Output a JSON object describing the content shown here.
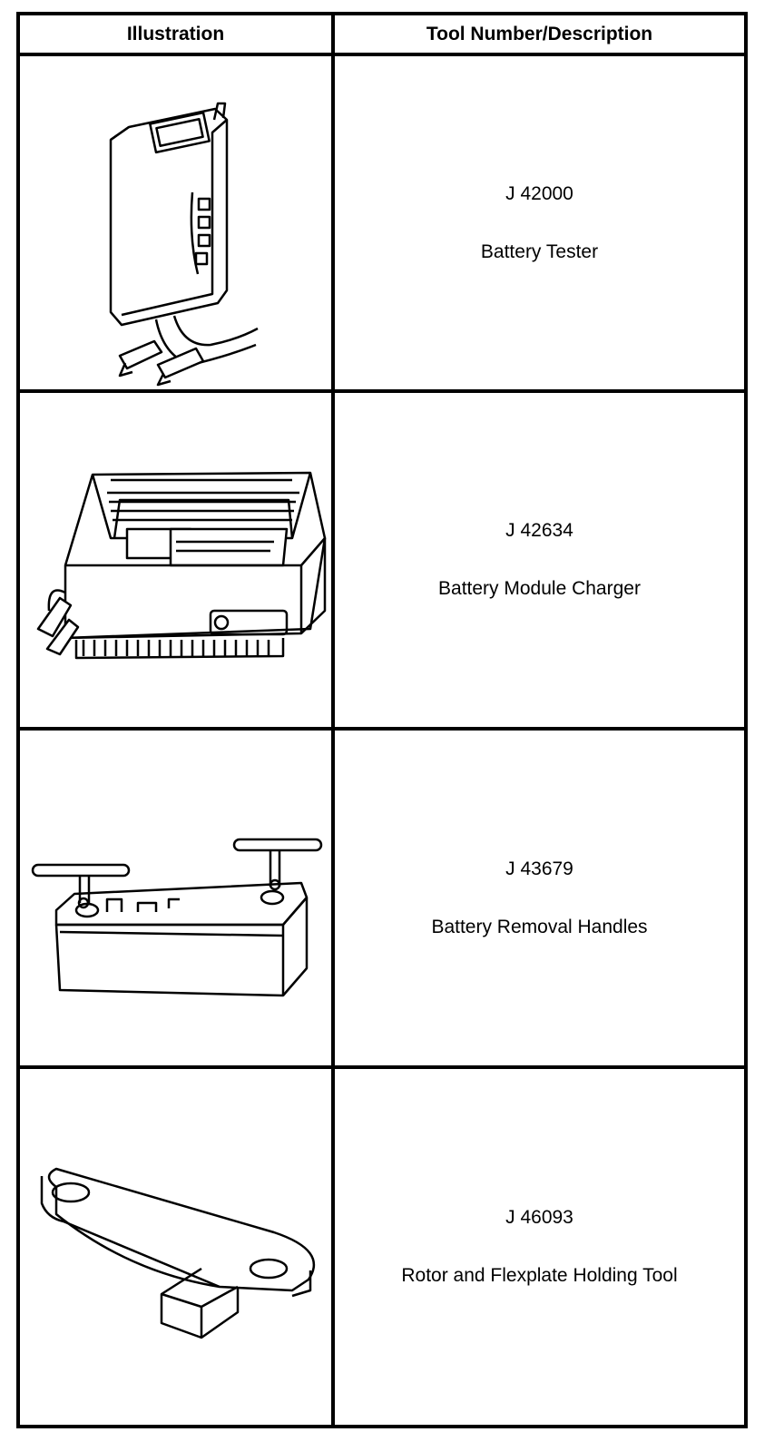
{
  "table": {
    "headers": {
      "illustration": "Illustration",
      "description": "Tool Number/Description"
    },
    "rows": [
      {
        "tool_number": "J 42000",
        "description": "Battery Tester",
        "illustration": "battery-tester-drawing"
      },
      {
        "tool_number": "J 42634",
        "description": "Battery Module Charger",
        "illustration": "battery-charger-drawing"
      },
      {
        "tool_number": "J 43679",
        "description": "Battery Removal Handles",
        "illustration": "battery-removal-handles-drawing"
      },
      {
        "tool_number": "J 46093",
        "description": "Rotor and Flexplate Holding Tool",
        "illustration": "holding-tool-drawing"
      }
    ]
  }
}
